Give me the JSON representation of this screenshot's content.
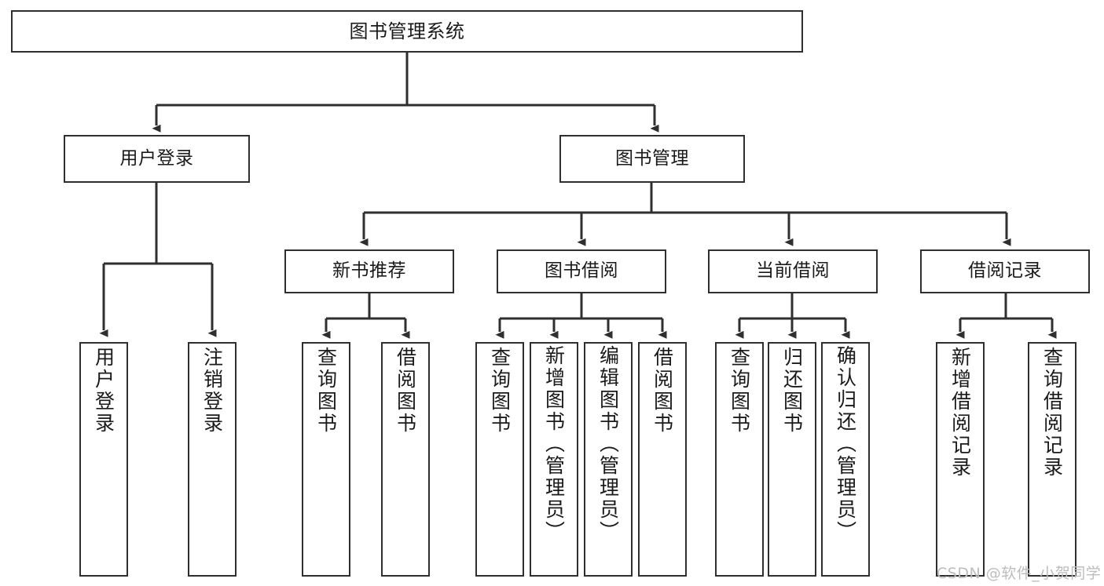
{
  "diagram": {
    "title": "图书管理系统",
    "type": "tree",
    "stroke_color": "#2f2f2f",
    "background_color": "#ffffff",
    "root": {
      "id": "root",
      "label": "图书管理系统"
    },
    "level2": [
      {
        "id": "user-login",
        "label": "用户登录"
      },
      {
        "id": "book-management",
        "label": "图书管理"
      }
    ],
    "level3": [
      {
        "id": "new-book-recommend",
        "label": "新书推荐"
      },
      {
        "id": "book-borrow",
        "label": "图书借阅"
      },
      {
        "id": "current-borrow",
        "label": "当前借阅"
      },
      {
        "id": "borrow-record",
        "label": "借阅记录"
      }
    ],
    "leaves": {
      "user_login": [
        {
          "id": "leaf-user-login",
          "label": "用户登录"
        },
        {
          "id": "leaf-logout-login",
          "label": "注销登录"
        }
      ],
      "new_book_recommend": [
        {
          "id": "leaf-query-book-1",
          "label": "查询图书"
        },
        {
          "id": "leaf-borrow-book-1",
          "label": "借阅图书"
        }
      ],
      "book_borrow": [
        {
          "id": "leaf-query-book-2",
          "label": "查询图书"
        },
        {
          "id": "leaf-add-book",
          "label": "新增图书（管理员）"
        },
        {
          "id": "leaf-edit-book",
          "label": "编辑图书（管理员）"
        },
        {
          "id": "leaf-borrow-book-2",
          "label": "借阅图书"
        }
      ],
      "current_borrow": [
        {
          "id": "leaf-query-book-3",
          "label": "查询图书"
        },
        {
          "id": "leaf-return-book",
          "label": "归还图书"
        },
        {
          "id": "leaf-confirm-return",
          "label": "确认归还（管理员）"
        }
      ],
      "borrow_record": [
        {
          "id": "leaf-add-record",
          "label": "新增借阅记录"
        },
        {
          "id": "leaf-query-record",
          "label": "查询借阅记录"
        }
      ]
    }
  },
  "watermark": {
    "text": "CSDN @软件_小贺同学",
    "color": "#bdbdbd"
  }
}
